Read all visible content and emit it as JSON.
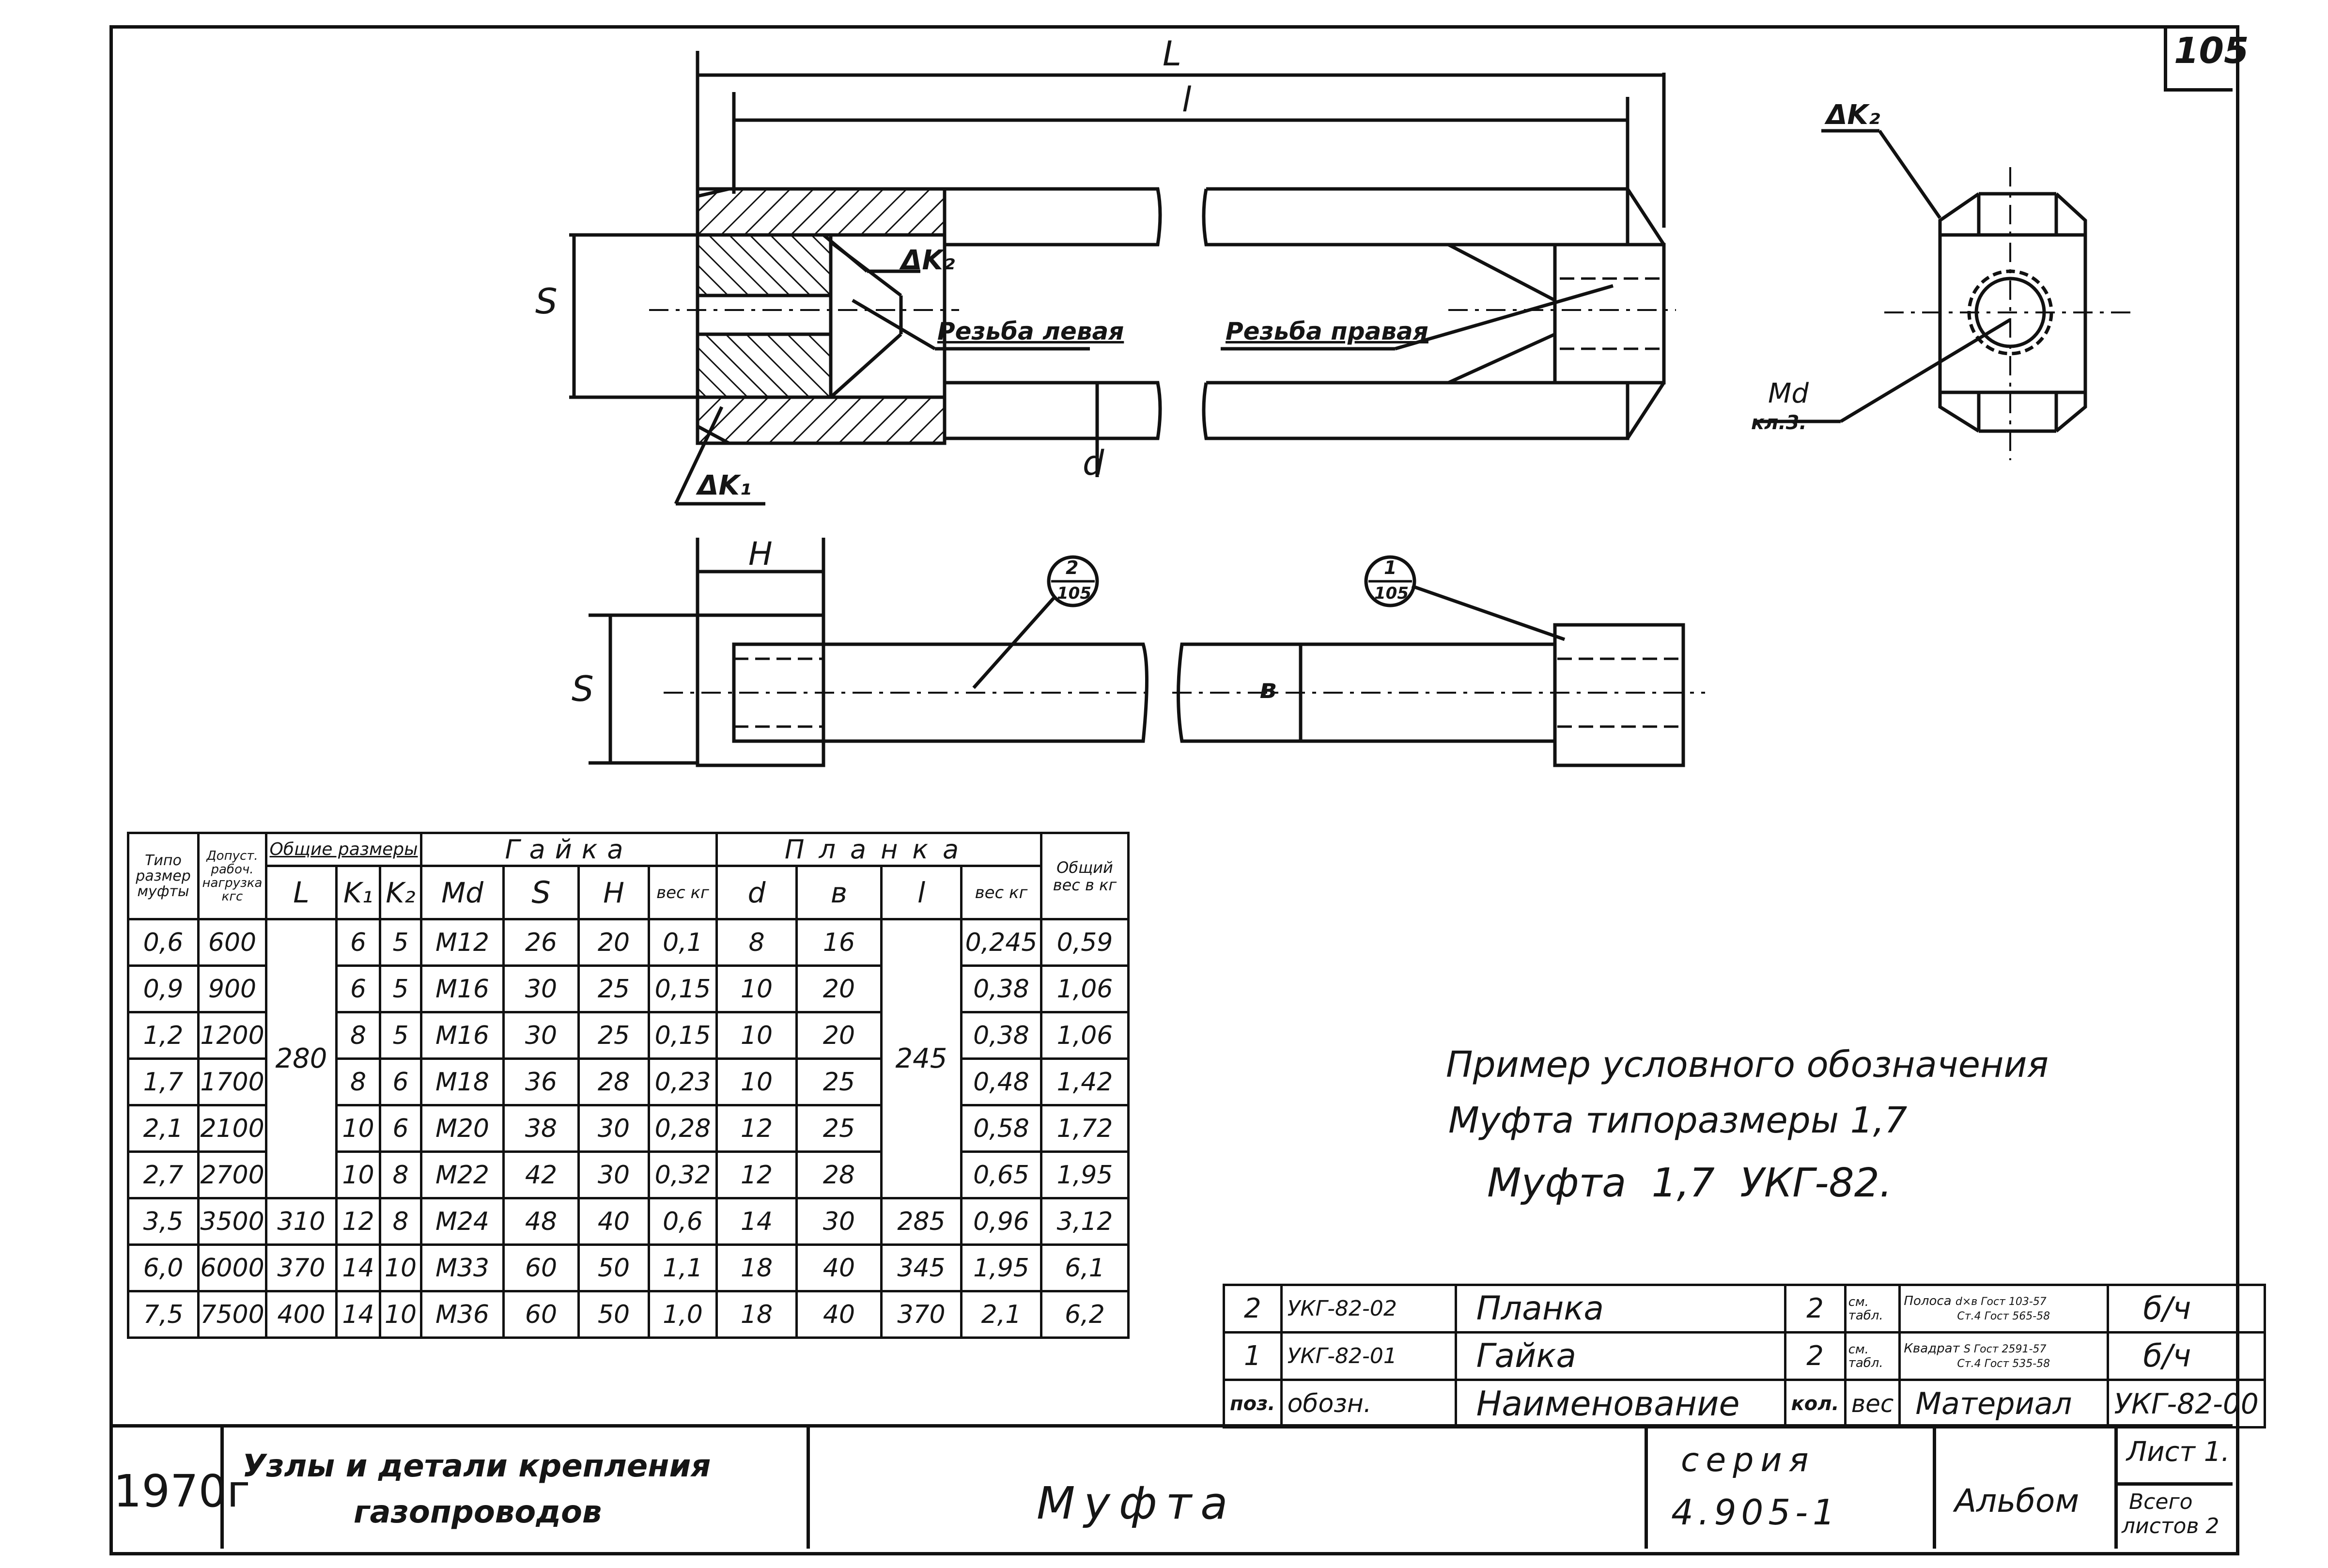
{
  "sheet_number": "105",
  "drawing": {
    "dim_L": "L",
    "dim_l": "l",
    "dim_S": "S",
    "dim_d": "d",
    "dim_H": "H",
    "weld_k2": "ΔK₂",
    "weld_k1": "ΔK₁",
    "weld_k2_side": "ΔK₂",
    "thread_left": "Резьба левая",
    "thread_right": "Резьба правая",
    "thread_md": "Md",
    "thread_class": "кл.3.",
    "callout_2_num": "2",
    "callout_2_den": "105",
    "callout_1_num": "1",
    "callout_1_den": "105",
    "b_mark": "в"
  },
  "table": {
    "h_type": "Типо размер муфты",
    "h_load": "Допуст. рабоч. нагрузка кгс",
    "h_overall": "Общие размеры",
    "h_nut": "Гайка",
    "h_plate": "Планка",
    "h_total": "Общий вес в кг",
    "h_L": "L",
    "h_K1": "K₁",
    "h_K2": "K₂",
    "h_Md": "Md",
    "h_S": "S",
    "h_H": "H",
    "h_nut_w": "вес кг",
    "h_d": "d",
    "h_b": "в",
    "h_l": "l",
    "h_plate_w": "вес кг",
    "rows": [
      {
        "type": "0,6",
        "load": "600",
        "L": "",
        "k1": "6",
        "k2": "5",
        "md": "M12",
        "s": "26",
        "h": "20",
        "nw": "0,1",
        "d": "8",
        "b": "16",
        "l": "",
        "pw": "0,245",
        "tw": "0,59"
      },
      {
        "type": "0,9",
        "load": "900",
        "L": "",
        "k1": "6",
        "k2": "5",
        "md": "M16",
        "s": "30",
        "h": "25",
        "nw": "0,15",
        "d": "10",
        "b": "20",
        "l": "",
        "pw": "0,38",
        "tw": "1,06"
      },
      {
        "type": "1,2",
        "load": "1200",
        "L": "280",
        "k1": "8",
        "k2": "5",
        "md": "M16",
        "s": "30",
        "h": "25",
        "nw": "0,15",
        "d": "10",
        "b": "20",
        "l": "245",
        "pw": "0,38",
        "tw": "1,06"
      },
      {
        "type": "1,7",
        "load": "1700",
        "L": "",
        "k1": "8",
        "k2": "6",
        "md": "M18",
        "s": "36",
        "h": "28",
        "nw": "0,23",
        "d": "10",
        "b": "25",
        "l": "",
        "pw": "0,48",
        "tw": "1,42"
      },
      {
        "type": "2,1",
        "load": "2100",
        "L": "",
        "k1": "10",
        "k2": "6",
        "md": "M20",
        "s": "38",
        "h": "30",
        "nw": "0,28",
        "d": "12",
        "b": "25",
        "l": "",
        "pw": "0,58",
        "tw": "1,72"
      },
      {
        "type": "2,7",
        "load": "2700",
        "L": "",
        "k1": "10",
        "k2": "8",
        "md": "M22",
        "s": "42",
        "h": "30",
        "nw": "0,32",
        "d": "12",
        "b": "28",
        "l": "",
        "pw": "0,65",
        "tw": "1,95"
      },
      {
        "type": "3,5",
        "load": "3500",
        "L": "310",
        "k1": "12",
        "k2": "8",
        "md": "M24",
        "s": "48",
        "h": "40",
        "nw": "0,6",
        "d": "14",
        "b": "30",
        "l": "285",
        "pw": "0,96",
        "tw": "3,12"
      },
      {
        "type": "6,0",
        "load": "6000",
        "L": "370",
        "k1": "14",
        "k2": "10",
        "md": "M33",
        "s": "60",
        "h": "50",
        "nw": "1,1",
        "d": "18",
        "b": "40",
        "l": "345",
        "pw": "1,95",
        "tw": "6,1"
      },
      {
        "type": "7,5",
        "load": "7500",
        "L": "400",
        "k1": "14",
        "k2": "10",
        "md": "M36",
        "s": "60",
        "h": "50",
        "nw": "1,0",
        "d": "18",
        "b": "40",
        "l": "370",
        "pw": "2,1",
        "tw": "6,2"
      }
    ]
  },
  "example": {
    "line1": "Пример условного обозначения",
    "line2": "Муфта типоразмеры 1,7",
    "line3": "Муфта  1,7  УКГ-82."
  },
  "parts": {
    "r1": {
      "pos": "2",
      "code": "УКГ-82-02",
      "name": "Планка",
      "qty": "2",
      "weight_a": "см.",
      "weight_b": "табл.",
      "mat_a": "Полоса",
      "mat_b": "d×в Гост 103-57",
      "mat_c": "Ст.4 Гост 565-58",
      "mark": "б/ч"
    },
    "r2": {
      "pos": "1",
      "code": "УКГ-82-01",
      "name": "Гайка",
      "qty": "2",
      "weight_a": "см.",
      "weight_b": "табл.",
      "mat_a": "Квадрат",
      "mat_b": "S Гост 2591-57",
      "mat_c": "Ст.4 Гост 535-58",
      "mark": "б/ч"
    },
    "header": {
      "pos": "поз.",
      "code": "обозн.",
      "name": "Наименование",
      "qty": "кол.",
      "weight": "вес",
      "mat": "Материал",
      "mark": "УКГ-82-00"
    }
  },
  "title_block": {
    "year": "1970г",
    "subject_1": "Узлы и детали крепления",
    "subject_2": "газопроводов",
    "name": "Муфта",
    "series_label": "серия",
    "series": "4.905-1",
    "album": "Альбом",
    "sheet_label": "Лист 1.",
    "total_label": "Всего",
    "total_value": "листов 2"
  }
}
